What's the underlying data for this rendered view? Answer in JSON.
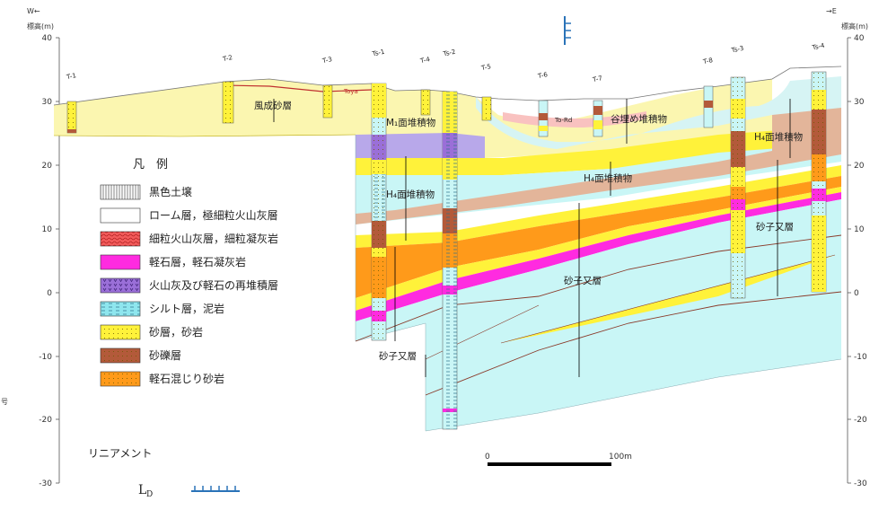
{
  "header": {
    "left_direction": "W←",
    "right_direction": "→E",
    "elevation_label_left": "標高(m)",
    "elevation_label_right": "標高(m)"
  },
  "axis": {
    "ticks": [
      "40",
      "30",
      "20",
      "10",
      "0",
      "-10",
      "-20",
      "-30"
    ]
  },
  "side_label": "号",
  "boreholes": [
    "T-1",
    "T-2",
    "T-3",
    "Ts-1",
    "T-4",
    "Ts-2",
    "T-5",
    "T-6",
    "T-7",
    "T-8",
    "Ts-3",
    "Ts-4"
  ],
  "unit_labels": {
    "fusei": "風成砂層",
    "toya": "Toya",
    "m1": "M₁面堆積物",
    "to_rd": "To-Rd",
    "kokumaime": "谷埋め堆積物",
    "h4_left": "H₄面堆積物",
    "h4_mid": "H₄面堆積物",
    "h4_right": "H₄面堆積物",
    "sunago_right": "砂子又層",
    "sunago_mid": "砂子又層",
    "sunago_left": "砂子又層"
  },
  "legend": {
    "title": "凡　例",
    "items": [
      {
        "label": "黒色土壌",
        "color": "#ffffff",
        "pattern": "vlines"
      },
      {
        "label": "ローム層，極細粒火山灰層",
        "color": "#ffffff",
        "pattern": "none"
      },
      {
        "label": "細粒火山灰層，細粒凝灰岩",
        "color": "#f25a5a",
        "pattern": "wave"
      },
      {
        "label": "軽石層，軽石凝灰岩",
        "color": "#ff2be0",
        "pattern": "none"
      },
      {
        "label": "火山灰及び軽石の再堆積層",
        "color": "#9a6fd8",
        "pattern": "v"
      },
      {
        "label": "シルト層，泥岩",
        "color": "#8ee6ee",
        "pattern": "dash"
      },
      {
        "label": "砂層，砂岩",
        "color": "#fff23a",
        "pattern": "dots"
      },
      {
        "label": "砂礫層",
        "color": "#b35a3a",
        "pattern": "dots"
      },
      {
        "label": "軽石混じり砂岩",
        "color": "#ff9a1a",
        "pattern": "dots"
      }
    ]
  },
  "lineament": {
    "label": "リニアメント",
    "ld_main": "L",
    "ld_sub": "D"
  },
  "scale_bar": {
    "start_label": "0",
    "end_label": "100m"
  },
  "colors": {
    "silt": "#c9f6f6",
    "silt_dark": "#8ee6ee",
    "sand": "#fff23a",
    "sand_pale": "#fbf6b0",
    "gravel": "#b35a3a",
    "orange": "#ff9a1a",
    "tan": "#e3b59a",
    "pumice": "#ff2be0",
    "purple": "#b8a8ea",
    "pink": "#f9c2c0",
    "lineament_blue": "#2a73b8"
  }
}
